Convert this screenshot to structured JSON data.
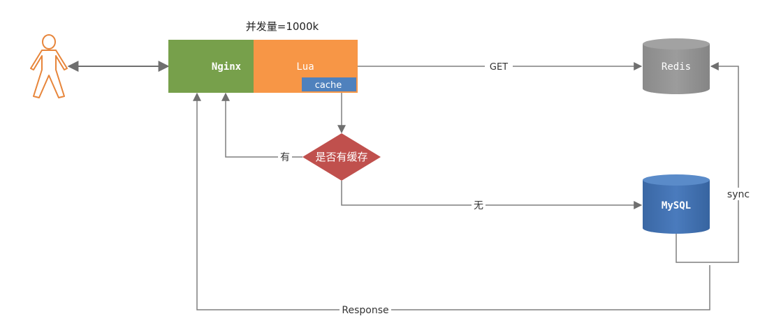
{
  "title": "并发量=1000k",
  "nodes": {
    "nginx": "Nginx",
    "lua": "Lua",
    "cache": "cache",
    "decision": "是否有缓存",
    "redis": "Redis",
    "mysql": "MySQL"
  },
  "edges": {
    "get": "GET",
    "has_cache": "有",
    "no_cache": "无",
    "sync": "sync",
    "response": "Response"
  },
  "colors": {
    "nginx": "#77a04b",
    "lua": "#f79646",
    "cache": "#4f81bd",
    "decision": "#c0504d",
    "redis": "#8e8e8e",
    "mysql": "#3f6faa",
    "line": "#7f7f7f",
    "user": "#e7853a"
  }
}
